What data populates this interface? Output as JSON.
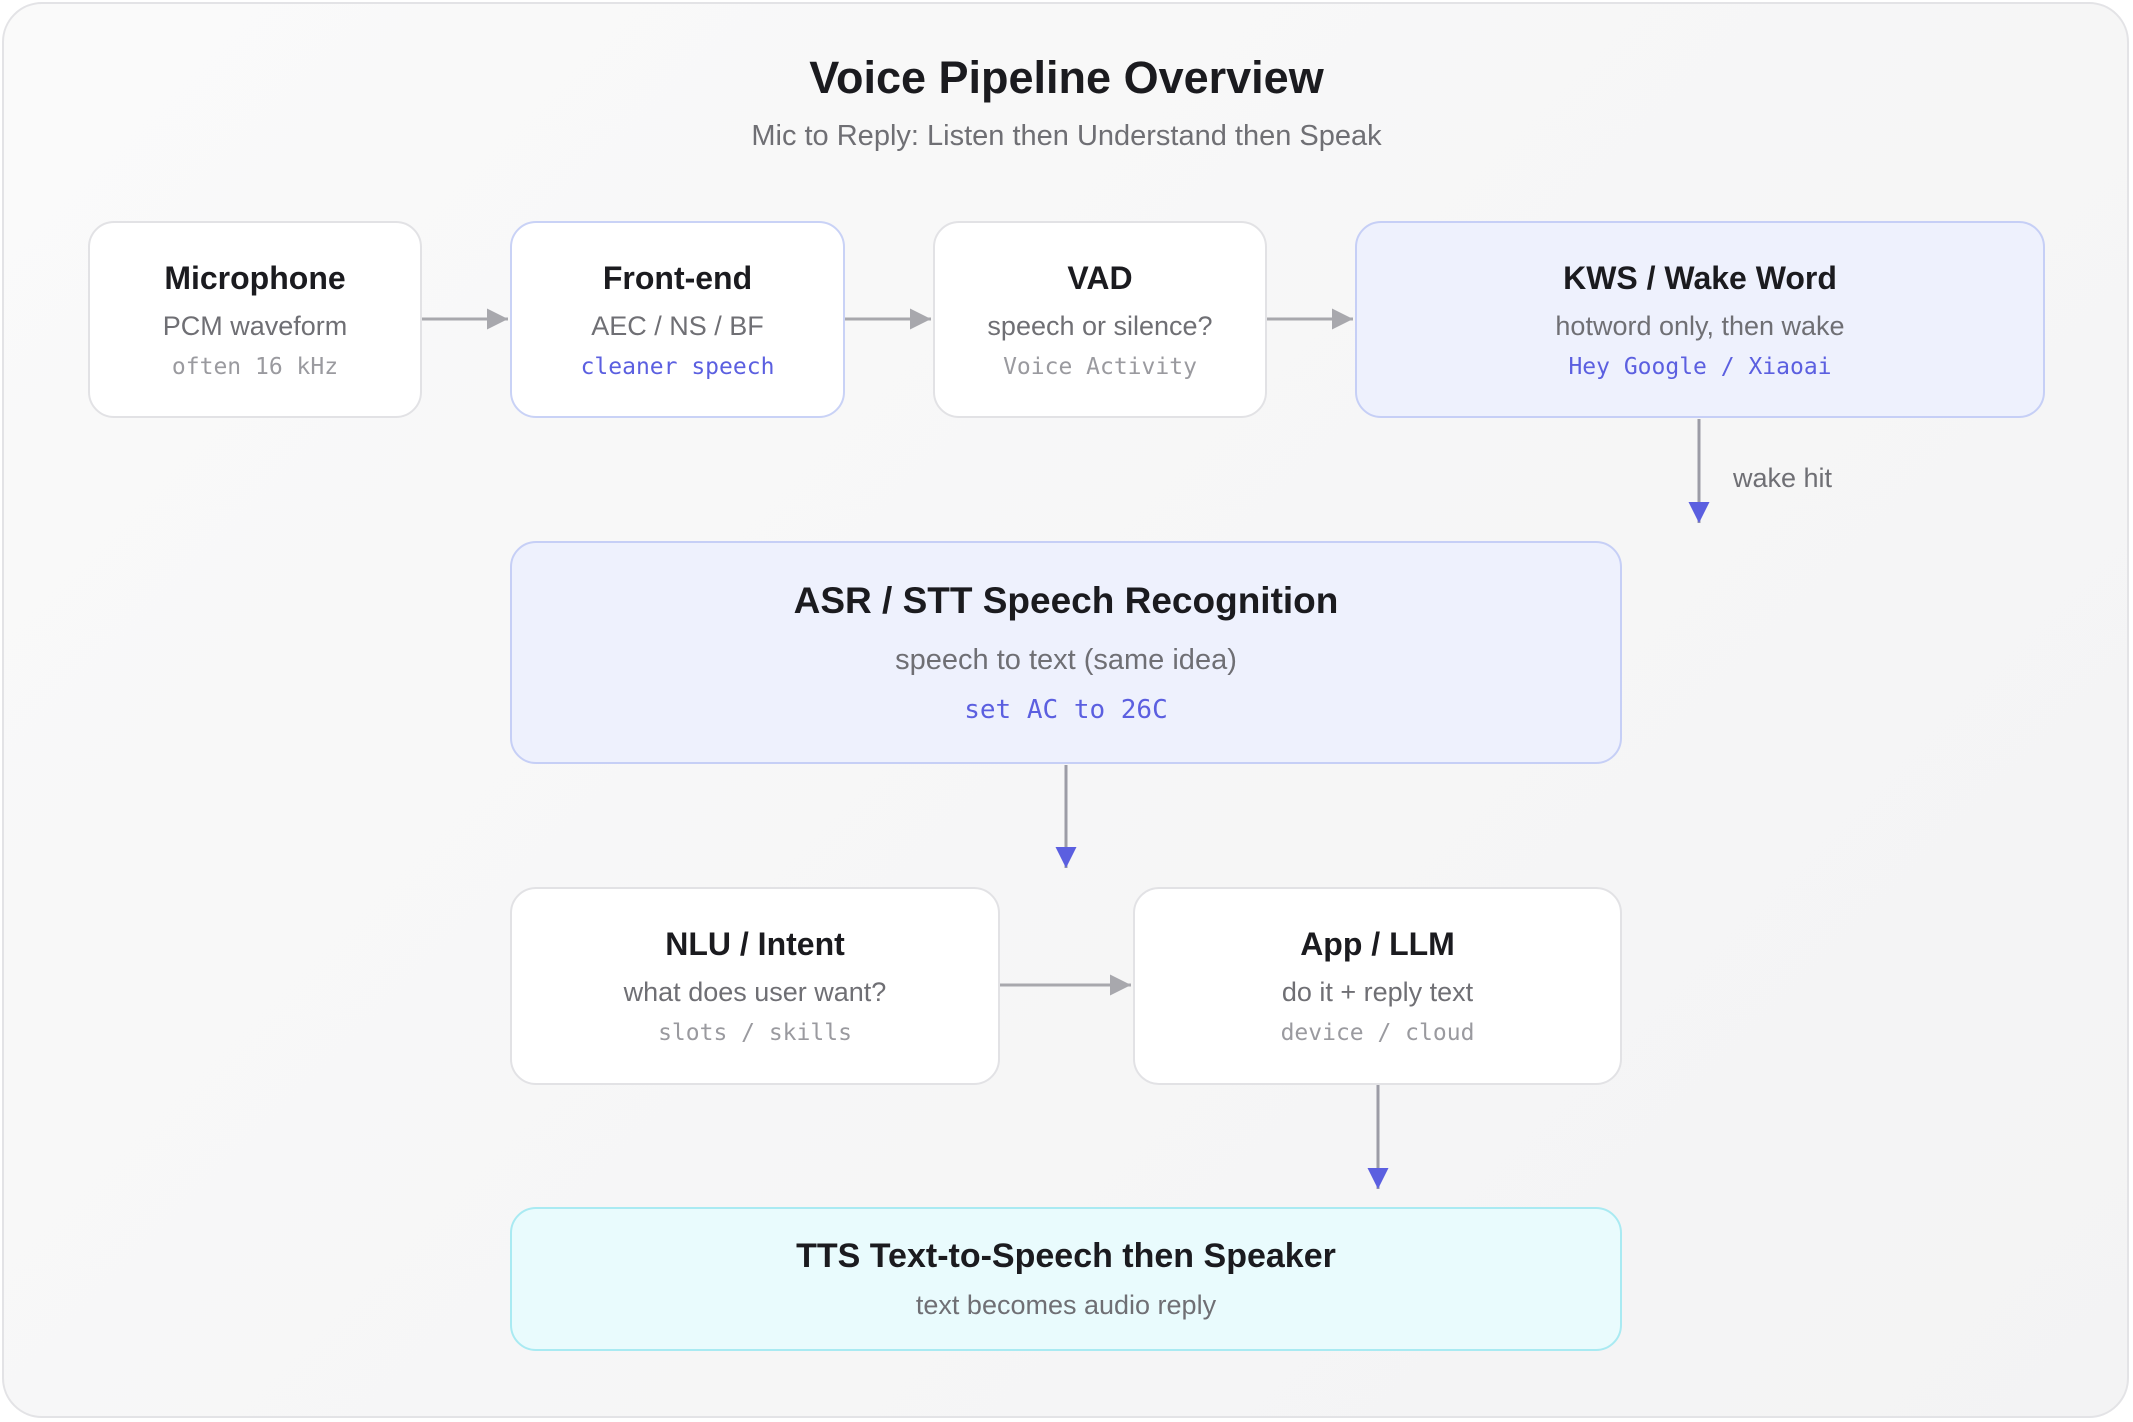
{
  "title": "Voice Pipeline Overview",
  "subtitle": "Mic to Reply: Listen then Understand then Speak",
  "colors": {
    "accent": "#5b5fe0",
    "arrow_gray": "#a8a8ad",
    "highlight_fill": "#eef1fd",
    "tts_fill": "#e9fbfd"
  },
  "nodes": {
    "microphone": {
      "title": "Microphone",
      "subtitle": "PCM waveform",
      "note": "often 16 kHz"
    },
    "frontend": {
      "title": "Front-end",
      "subtitle": "AEC / NS / BF",
      "note": "cleaner speech"
    },
    "vad": {
      "title": "VAD",
      "subtitle": "speech or silence?",
      "note": "Voice Activity"
    },
    "kws": {
      "title": "KWS / Wake Word",
      "subtitle": "hotword only, then wake",
      "note": "Hey Google / Xiaoai"
    },
    "asr": {
      "title": "ASR / STT Speech Recognition",
      "subtitle": "speech to text (same idea)",
      "note": "set AC to 26C"
    },
    "nlu": {
      "title": "NLU / Intent",
      "subtitle": "what does user want?",
      "note": "slots / skills"
    },
    "app": {
      "title": "App / LLM",
      "subtitle": "do it + reply text",
      "note": "device / cloud"
    },
    "tts": {
      "title": "TTS Text-to-Speech then Speaker",
      "subtitle": "text becomes audio reply"
    }
  },
  "edges": {
    "kws_to_asr_label": "wake hit"
  }
}
